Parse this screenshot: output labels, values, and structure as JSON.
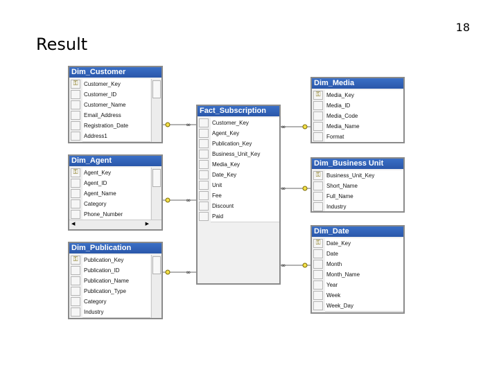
{
  "slide": {
    "title": "Result",
    "page_number": "18"
  },
  "icons": {
    "key": "key-icon"
  },
  "tables": {
    "dim_customer": {
      "title": "Dim_Customer",
      "columns": [
        "Customer_Key",
        "Customer_ID",
        "Customer_Name",
        "Email_Address",
        "Registration_Date",
        "Address1"
      ]
    },
    "dim_agent": {
      "title": "Dim_Agent",
      "columns": [
        "Agent_Key",
        "Agent_ID",
        "Agent_Name",
        "Category",
        "Phone_Number"
      ]
    },
    "dim_publication": {
      "title": "Dim_Publication",
      "columns": [
        "Publication_Key",
        "Publication_ID",
        "Publication_Name",
        "Publication_Type",
        "Category",
        "Industry"
      ]
    },
    "fact_subscription": {
      "title": "Fact_Subscription",
      "columns": [
        "Customer_Key",
        "Agent_Key",
        "Publication_Key",
        "Business_Unit_Key",
        "Media_Key",
        "Date_Key",
        "Unit",
        "Fee",
        "Discount",
        "Paid"
      ]
    },
    "dim_media": {
      "title": "Dim_Media",
      "columns": [
        "Media_Key",
        "Media_ID",
        "Media_Code",
        "Media_Name",
        "Format"
      ]
    },
    "dim_business_unit": {
      "title": "Dim_Business Unit",
      "columns": [
        "Business_Unit_Key",
        "Short_Name",
        "Full_Name",
        "Industry"
      ]
    },
    "dim_date": {
      "title": "Dim_Date",
      "columns": [
        "Date_Key",
        "Date",
        "Month",
        "Month_Name",
        "Year",
        "Week",
        "Week_Day"
      ]
    }
  }
}
